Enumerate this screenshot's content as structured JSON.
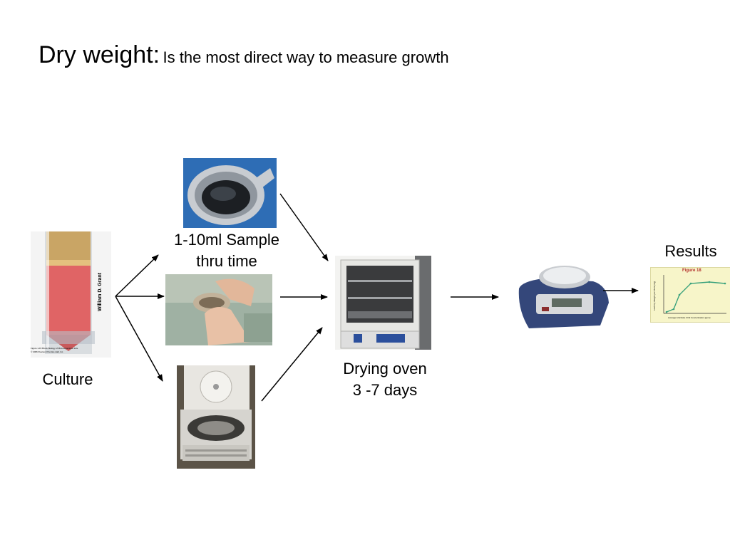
{
  "title": {
    "main": "Dry weight:",
    "sub": "Is the most direct way to measure growth"
  },
  "labels": {
    "culture": "Culture",
    "sample_line1": "1-10ml Sample",
    "sample_line2": "thru time",
    "oven_line1": "Drying oven",
    "oven_line2": "3 -7 days",
    "results": "Results"
  },
  "images": {
    "culture_tube": {
      "credit": "William D. Grant",
      "caption_line1": "Figure 1-15 Brock Biology of Microorganisms 11/e",
      "caption_line2": "© 2006 Pearson Prentice Hall, Inc."
    },
    "results_chart": {
      "title": "Figure 18",
      "xlabel": "Average Artichoke CO2 Concentration (ppm)",
      "ylabel": "Leaf Dry Weight per Plant (mg)"
    }
  }
}
